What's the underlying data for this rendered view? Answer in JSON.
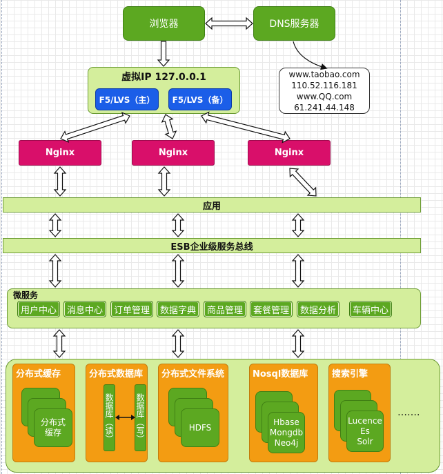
{
  "browser": "浏览器",
  "dns_server": "DNS服务器",
  "dns_note": [
    "www.taobao.com",
    "110.52.116.181",
    "www.QQ.com",
    "61.241.44.148"
  ],
  "virtual_ip": {
    "title": "虚拟IP 127.0.0.1",
    "primary": "F5/LVS（主）",
    "backup": "F5/LVS（备）"
  },
  "nginx": [
    "Nginx",
    "Nginx",
    "Nginx"
  ],
  "app_layer": "应用",
  "esb_layer": "ESB企业级服务总线",
  "microservices": {
    "title": "微服务",
    "items": [
      "用户中心",
      "消息中心",
      "订单管理",
      "数据字典",
      "商品管理",
      "套餐管理",
      "数据分析",
      "车辆中心"
    ]
  },
  "storage": {
    "dist_cache": {
      "title": "分布式缓存",
      "content": [
        "分布式",
        "缓存"
      ]
    },
    "dist_db": {
      "title": "分布式数据库",
      "read": "数据库（读）",
      "write": "数据库（写）"
    },
    "dist_fs": {
      "title": "分布式文件系统",
      "content": [
        "HDFS"
      ]
    },
    "nosql": {
      "title": "Nosql数据库",
      "content": [
        "Hbase",
        "Mongdb",
        "Neo4j"
      ]
    },
    "search": {
      "title": "搜索引擎",
      "content": [
        "Lucence",
        "Es",
        "Solr"
      ]
    },
    "ellipsis": "……."
  },
  "colors": {
    "green": "#5ca821",
    "lime": "#d4ee9c",
    "pink": "#d90f6a",
    "blue": "#1b5ee8",
    "orange": "#f39c12"
  }
}
